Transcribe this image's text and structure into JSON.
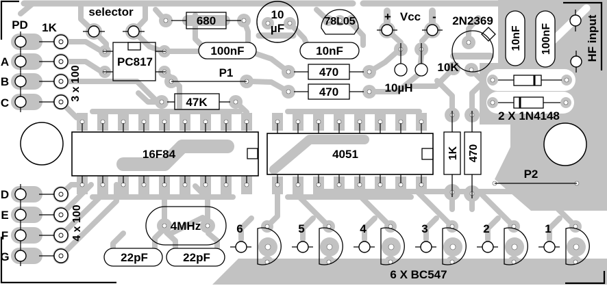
{
  "selector": {
    "label": "selector"
  },
  "connectors": {
    "top": {
      "title": "PD",
      "series_resistor": "1K",
      "group_label": "3 x 100",
      "rows": [
        "A",
        "B",
        "C"
      ]
    },
    "bottom": {
      "group_label": "4 x 100",
      "rows": [
        "D",
        "E",
        "F",
        "G"
      ]
    }
  },
  "power": {
    "plus": "+",
    "label": "Vcc",
    "minus": "-"
  },
  "hf": {
    "label": "HF input"
  },
  "ics": {
    "optocoupler": "PC817",
    "mcu": "16F84",
    "mux": "4051",
    "regulator": "78L05"
  },
  "transistors": {
    "rf": "2N2369",
    "group_label": "6 X BC547",
    "numbers": [
      "6",
      "5",
      "4",
      "3",
      "2",
      "1"
    ]
  },
  "resistors": {
    "r680": "680",
    "r470_a": "470",
    "r470_b": "470",
    "r47k": "47K",
    "r10k": "10K",
    "r1k_vertical": "1K",
    "r470_vertical": "470"
  },
  "capacitors": {
    "c10uf": [
      "10",
      "µF"
    ],
    "c100nf_top": "100nF",
    "c10nf_top": "10nF",
    "c10nf_right": "10nF",
    "c100nf_right": "100nF",
    "c22pf_a": "22pF",
    "c22pf_b": "22pF"
  },
  "inductor": {
    "l10uh": "10µH"
  },
  "diodes": {
    "label": "2 X 1N4148"
  },
  "crystal": {
    "label": "4MHz"
  },
  "trimpots": {
    "p1": "P1",
    "p2": "P2"
  },
  "colors": {
    "trace": "#c2c2c2",
    "silk": "#000000",
    "board": "#ffffff"
  }
}
